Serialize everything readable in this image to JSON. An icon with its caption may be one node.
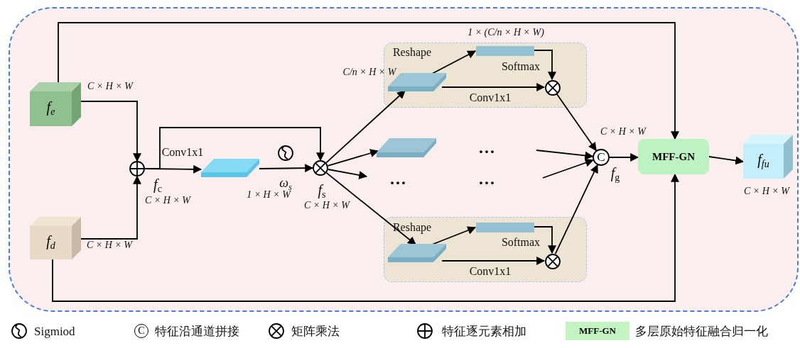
{
  "diagram": {
    "nodes": [
      {
        "text": [
          "*f*$_{e}$"
        ],
        "beside": [
          "C × H × W"
        ]
      },
      {
        "text": [
          "*f*$_{d}$"
        ],
        "beside": [
          "C × H × W"
        ]
      },
      {
        "text": [],
        "shape": "circle",
        "beside": [
          "*f*$_{c}$",
          "C × H × W"
        ]
      },
      {
        "text": [],
        "shape": "box",
        "beside": [
          "1 × H × W"
        ]
      },
      {
        "text": [],
        "shape": "circle",
        "beside": [
          "*f*$_{s}$",
          "C × H × W"
        ]
      },
      {
        "text": [],
        "shape": "box"
      },
      {
        "text": [],
        "shape": "box",
        "in": 5,
        "beside": [
          "C/n × H × W"
        ]
      },
      {
        "text": [],
        "shape": "bar",
        "in": 5,
        "beside": [
          "1 × (C/n × H × W)"
        ]
      },
      {
        "text": [],
        "shape": "circle",
        "in": 5
      },
      {
        "text": [],
        "shape": "box"
      },
      {
        "text": [],
        "shape": "box"
      },
      {
        "text": [],
        "shape": "box",
        "in": 10
      },
      {
        "text": [],
        "shape": "bar",
        "in": 10
      },
      {
        "text": [],
        "shape": "circle",
        "in": 10
      },
      {
        "text": [
          "C"
        ],
        "beside": [
          "*f*$_{g}$"
        ]
      },
      {
        "text": [
          "MFF-GN"
        ]
      },
      {
        "text": [
          "*f*$_{fu}$"
        ],
        "beside": [
          "C × H × W"
        ]
      }
    ],
    "edges": [
      {
        "from": 0,
        "to": 2,
        "arrow": "to"
      },
      {
        "from": 1,
        "to": 2,
        "arrow": "to"
      },
      {
        "from": 2,
        "to": 3,
        "arrow": "to",
        "label": "Conv1x1"
      },
      {
        "from": 2,
        "to": 4,
        "arrow": "to"
      },
      {
        "from": 3,
        "to": 4,
        "arrow": "to",
        "label": "*ω*$_{s}$"
      },
      {
        "from": 4,
        "to": 6,
        "arrow": "to"
      },
      {
        "from": 4,
        "to": 9,
        "arrow": "to"
      },
      {
        "from": 4,
        "to": null,
        "arrow": "to"
      },
      {
        "from": 4,
        "to": 11,
        "arrow": "to"
      },
      {
        "from": 6,
        "to": 7,
        "arrow": "to",
        "label": "Reshape"
      },
      {
        "from": 6,
        "to": 8,
        "arrow": "to",
        "label": "Conv1x1"
      },
      {
        "from": 7,
        "to": 8,
        "arrow": "to",
        "label": "Softmax"
      },
      {
        "from": 11,
        "to": 12,
        "arrow": "to",
        "label": "Reshape"
      },
      {
        "from": 11,
        "to": 13,
        "arrow": "to",
        "label": "Conv1x1"
      },
      {
        "from": 12,
        "to": 13,
        "arrow": "to",
        "label": "Softmax"
      },
      {
        "from": 8,
        "to": 14,
        "arrow": "to"
      },
      {
        "from": 13,
        "to": 14,
        "arrow": "to"
      },
      {
        "from": null,
        "to": 14,
        "arrow": "to"
      },
      {
        "from": null,
        "to": 14,
        "arrow": "to"
      },
      {
        "from": 14,
        "to": 15,
        "arrow": "to"
      },
      {
        "from": 15,
        "to": 16,
        "arrow": "to"
      },
      {
        "from": 0,
        "to": 15,
        "arrow": "to"
      },
      {
        "from": 1,
        "to": 15,
        "arrow": "to"
      }
    ],
    "labels": [
      "···",
      "···",
      "···",
      "C",
      "MFF-GN",
      "C × H × W"
    ],
    "legend": [
      {
        "text": "Sigmiod"
      },
      {
        "text": "特征沿通道拼接"
      },
      {
        "text": "矩阵乘法"
      },
      {
        "text": "特征逐元素相加"
      },
      {
        "text": "多层原始特征融合归一化",
        "color": "#c4f3c4"
      }
    ]
  }
}
